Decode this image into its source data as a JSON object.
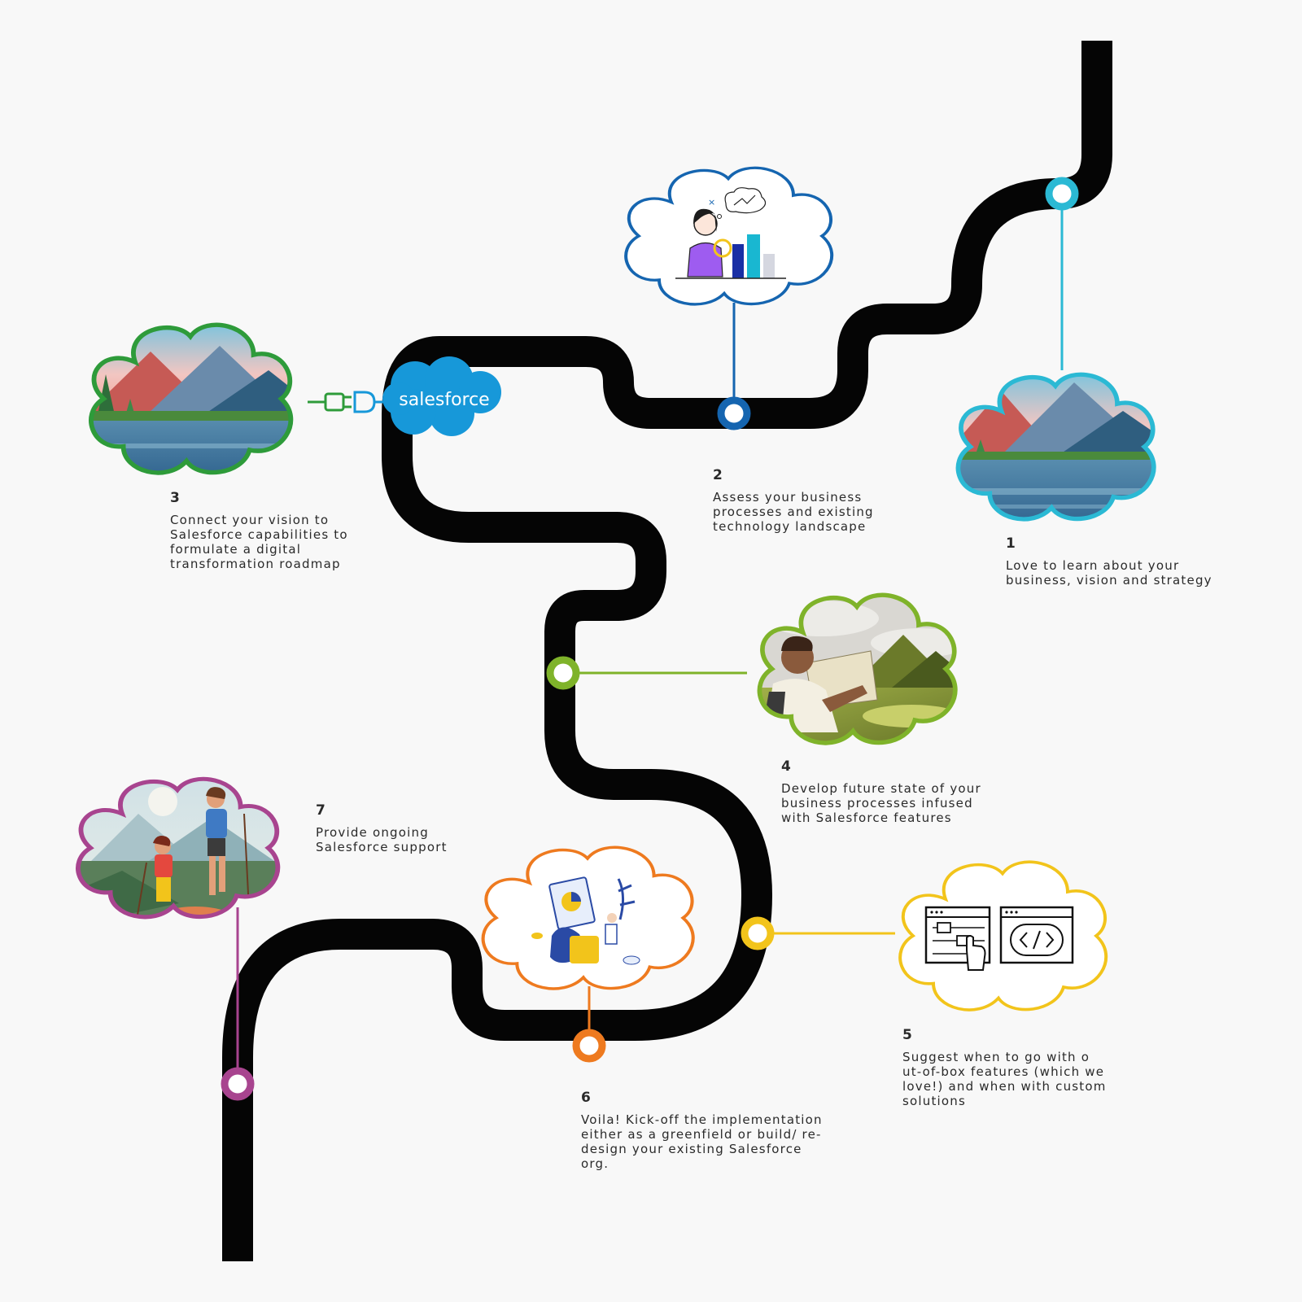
{
  "colors": {
    "road": "#050505",
    "step1": "#2bb9d4",
    "step2": "#1565b0",
    "step3": "#2e9b3a",
    "step4": "#7fb32a",
    "step5": "#f2c41b",
    "step6": "#ee7a1f",
    "step7": "#a8448f",
    "salesforce": "#1798d9"
  },
  "logo": {
    "text": "salesforce"
  },
  "steps": [
    {
      "number": "1",
      "text": "Love to learn about your business, vision and strategy",
      "icon": "mountain-lake-landscape-icon"
    },
    {
      "number": "2",
      "text": "Assess your business processes and existing technology landscape",
      "icon": "analyst-charts-icon"
    },
    {
      "number": "3",
      "text": "Connect your vision to Salesforce capabilities to formulate a digital transformation roadmap",
      "icon": "mountain-lake-landscape-icon"
    },
    {
      "number": "4",
      "text": "Develop future state of your business processes infused with Salesforce features",
      "icon": "traveler-map-icon"
    },
    {
      "number": "5",
      "text": "Suggest when to go with o ut-of-box features (which we love!) and when with custom solutions",
      "icon": "config-and-code-icon"
    },
    {
      "number": "6",
      "text": "Voila! Kick-off the implementation either as a greenfield or build/ re-design your existing Salesforce org.",
      "icon": "implementation-dashboard-icon"
    },
    {
      "number": "7",
      "text": "Provide ongoing Salesforce support",
      "icon": "hikers-icon"
    }
  ]
}
